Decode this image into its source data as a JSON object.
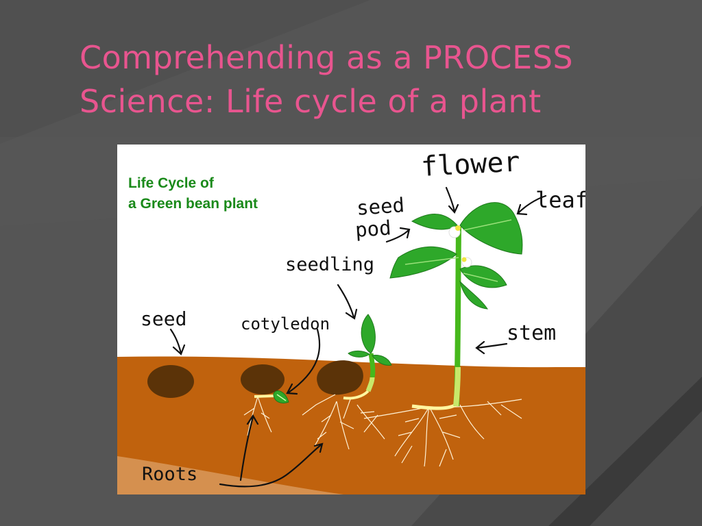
{
  "colors": {
    "title": "#e8558f",
    "figure_title": "#1a8a1a",
    "soil": "#c0620d",
    "seed": "#5b3308",
    "leaf": "#2ea82a",
    "stem": "#46b81c",
    "root": "#fff2d6"
  },
  "slide": {
    "title_line1": "Comprehending as a PROCESS",
    "title_line2": "Science: Life cycle of a plant"
  },
  "figure": {
    "title_line1": "Life Cycle of",
    "title_line2": "a Green bean plant",
    "labels": {
      "flower": "flower",
      "leaf": "leaf",
      "seed_pod_line1": "seed",
      "seed_pod_line2": "pod",
      "seedling": "seedling",
      "seed": "seed",
      "cotyledon": "cotyledon",
      "stem": "stem",
      "roots": "Roots"
    }
  }
}
